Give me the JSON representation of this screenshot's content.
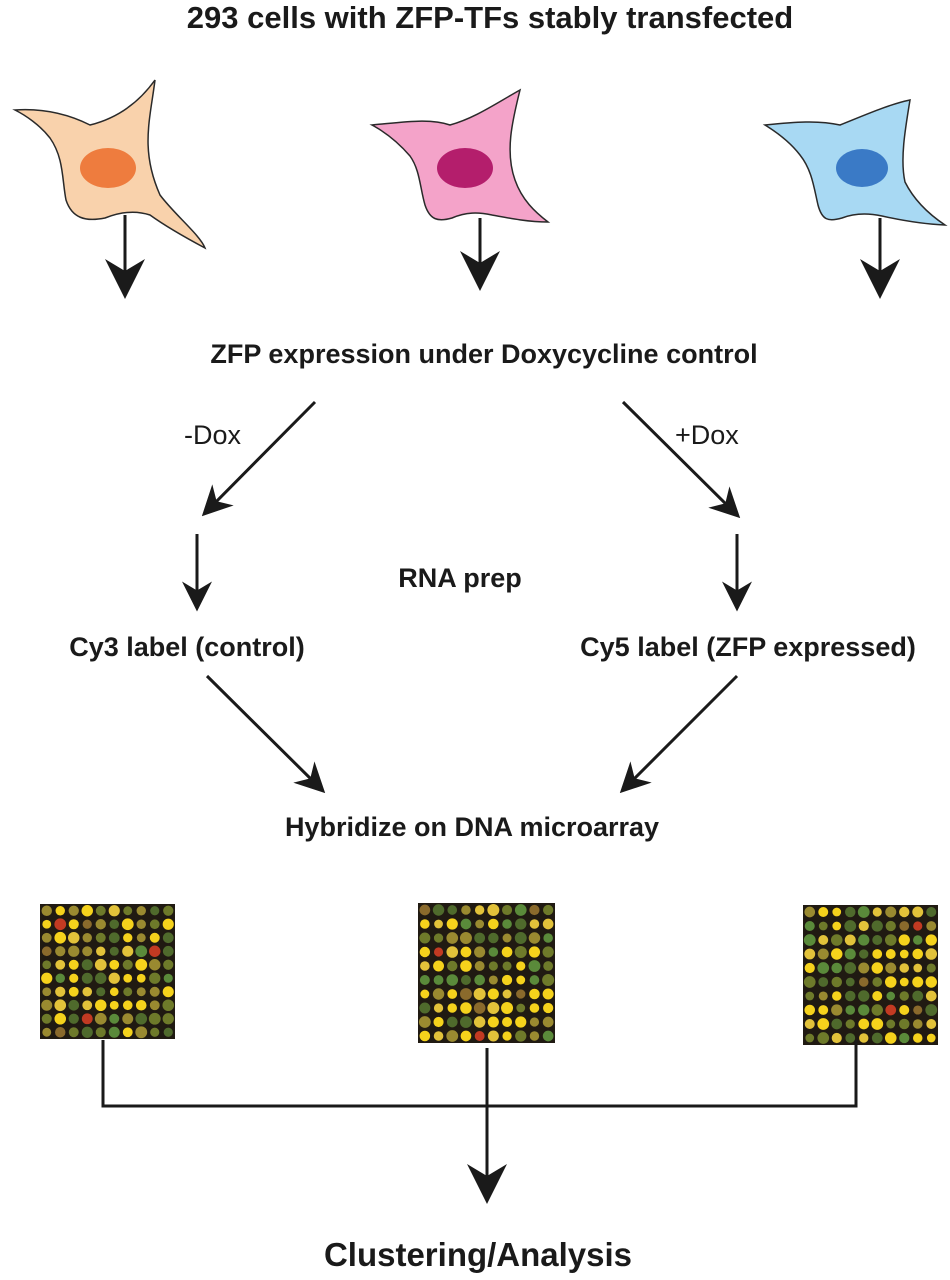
{
  "title": "293 cells with ZFP-TFs stably transfected",
  "cells": [
    {
      "body_color": "#f9d2ac",
      "nucleus_color": "#ee7c3e"
    },
    {
      "body_color": "#f4a3c9",
      "nucleus_color": "#b41e6c"
    },
    {
      "body_color": "#a8d9f3",
      "nucleus_color": "#3a7ac6"
    }
  ],
  "dox_step": "ZFP expression under Doxycycline control",
  "minus_dox": "-Dox",
  "plus_dox": "+Dox",
  "rna_step": "RNA prep",
  "cy3_label": "Cy3 label (control)",
  "cy5_label": "Cy5 label (ZFP expressed)",
  "hybridize_step": "Hybridize on DNA microarray",
  "microarray_colors": {
    "background": "#201a12",
    "spot_colors": [
      "#f5d21c",
      "#e2c23a",
      "#9a8a30",
      "#6e7a2a",
      "#4f6a2c",
      "#5a8a3a",
      "#c23a22",
      "#8a6a2c"
    ]
  },
  "final_step": "Clustering/Analysis"
}
